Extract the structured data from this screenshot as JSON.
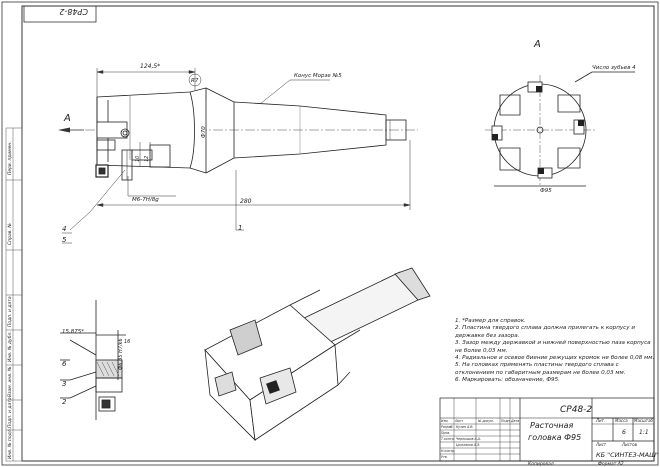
{
  "sheet": {
    "code_rotated": "СР48-2",
    "title_designation": "СР48-2",
    "name_line1": "Расточная",
    "name_line2": "головка Ф95",
    "org": "КБ \"СИНТЕЗ-МАШ\"",
    "lit_header": "Лит.",
    "mass_header": "Масса",
    "scale_header": "Масштаб",
    "mass_value": "6",
    "scale_value": "1:1",
    "sheet_label": "Лист",
    "sheets_label": "Листов",
    "copied": "Копировал",
    "format": "Формат   A2",
    "stamp_rows": [
      "Изм.",
      "Лист",
      "№ докум.",
      "Подп.",
      "Дата"
    ],
    "roles": [
      "Разраб.",
      "Пров.",
      "Т.контр.",
      "Н.контр.",
      "Утв."
    ],
    "names": [
      "Кузин А.В.",
      "",
      "Чернышов А.А.",
      "Цыплаков А.Э.",
      ""
    ]
  },
  "side_strip": [
    "Перв. примен.",
    "Справ. №",
    "Подп. и дата",
    "Инв. № дубл.",
    "Взам. инв. №",
    "Подп. и дата",
    "Инв. № подл."
  ],
  "labels": {
    "section_a_left": "А",
    "section_a_right": "А",
    "dim_1245": "124,5*",
    "dim_r7": "R7",
    "dim_d70": "Ф70",
    "dim_12": "12",
    "dim_10": "10",
    "thread": "М6-7Н/8g",
    "dim_280": "280",
    "morse": "Конус Морзе №5",
    "teeth": "Число зубьев 4",
    "dim_d95": "Ф95",
    "pos1": "1",
    "pos4": "4",
    "pos5": "5",
    "pos6": "6",
    "pos3": "3",
    "pos2": "2",
    "angle": "15,875*",
    "fit": "Ф6,35 H7/k6",
    "dim_16": "16"
  },
  "notes": [
    "1. *Размер для справок.",
    "2. Пластина твердого сплава должна прилегать к корпусу и державке без зазора.",
    "3. Зазор между державкой и нижней поверхностью паза корпуса не более 0,03 мм.",
    "4. Радиальное и осевое биение режущих кромок не более 0,08 мм.",
    "5. На головках применять пластины твердого сплава с отклонением по габаритным размерам не более 0,03 мм.",
    "6. Маркировать: обозначение, Ф95."
  ]
}
